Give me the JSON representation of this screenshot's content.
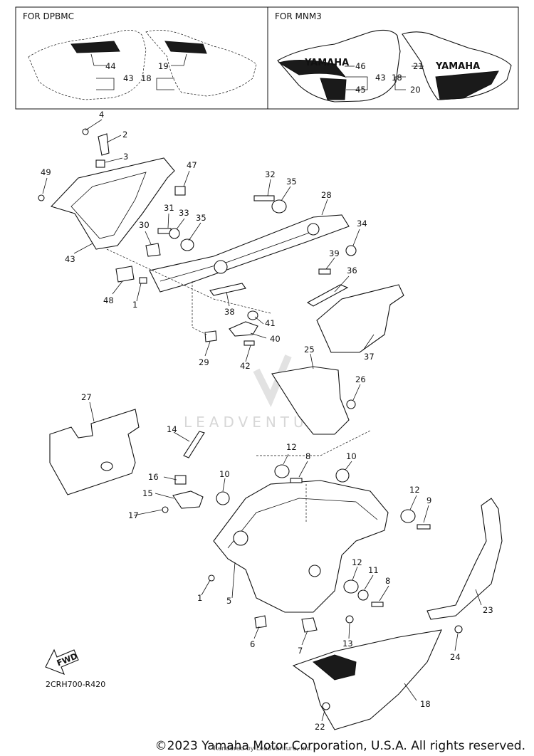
{
  "variants": [
    {
      "title": "FOR  DPBMC",
      "labels": [
        "44",
        "43",
        "18",
        "19"
      ]
    },
    {
      "title": "FOR  MNM3",
      "labels": [
        "46",
        "43",
        "18",
        "21",
        "45",
        "20"
      ],
      "logo_text": [
        "YAMAHA",
        "YAMAHA"
      ]
    }
  ],
  "callouts": [
    "1",
    "2",
    "3",
    "4",
    "5",
    "6",
    "7",
    "8",
    "9",
    "10",
    "11",
    "12",
    "13",
    "14",
    "15",
    "16",
    "17",
    "18",
    "19",
    "20",
    "21",
    "22",
    "23",
    "24",
    "25",
    "26",
    "27",
    "28",
    "29",
    "30",
    "31",
    "32",
    "33",
    "34",
    "35",
    "36",
    "37",
    "38",
    "39",
    "40",
    "41",
    "42",
    "43",
    "44",
    "45",
    "46",
    "47",
    "48",
    "49"
  ],
  "fwd_label": "FWD",
  "diagram_code": "2CRH700-R420",
  "watermark": "LEADVENTURE",
  "copyright": "©2023 Yamaha Motor Corporation, U.S.A. All rights reserved.",
  "rendered_by": "Rendered by LeadVenture, Inc."
}
